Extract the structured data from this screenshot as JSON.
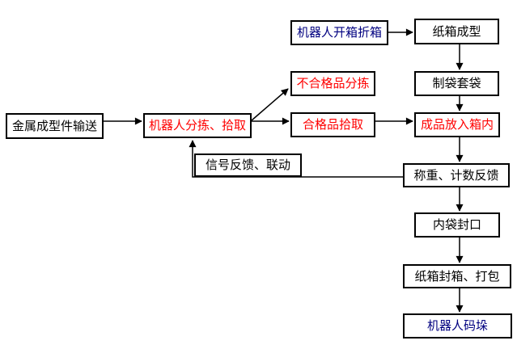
{
  "diagram": {
    "background": "#ffffff",
    "colors": {
      "box_border": "#000000",
      "box_fill": "#ffffff",
      "text_default": "#000000",
      "text_highlight_red": "#ff0000",
      "text_accent_navy": "#000080",
      "connector": "#000000"
    },
    "nodes": [
      {
        "id": "metal-part-conveying",
        "label": "金属成型件输送",
        "color": "#000000"
      },
      {
        "id": "robot-sort-pick",
        "label": "机器人分拣、拾取",
        "color": "#ff0000"
      },
      {
        "id": "reject-product-sorting",
        "label": "不合格品分拣",
        "color": "#ff0000"
      },
      {
        "id": "qualified-product-picking",
        "label": "合格品拾取",
        "color": "#ff0000"
      },
      {
        "id": "robot-open-fold-box",
        "label": "机器人开箱折箱",
        "color": "#000080"
      },
      {
        "id": "carton-forming",
        "label": "纸箱成型",
        "color": "#000000"
      },
      {
        "id": "bag-making-bagging",
        "label": "制袋套袋",
        "color": "#000000"
      },
      {
        "id": "product-into-box",
        "label": "成品放入箱内",
        "color": "#ff0000"
      },
      {
        "id": "signal-feedback-linkage",
        "label": "信号反馈、联动",
        "color": "#000000"
      },
      {
        "id": "weighing-counting-feedback",
        "label": "称重、计数反馈",
        "color": "#000000"
      },
      {
        "id": "inner-bag-sealing",
        "label": "内袋封口",
        "color": "#000000"
      },
      {
        "id": "carton-sealing-packing",
        "label": "纸箱封箱、打包",
        "color": "#000000"
      },
      {
        "id": "robot-palletizing",
        "label": "机器人码垛",
        "color": "#000080"
      }
    ],
    "connections": [
      {
        "from": "金属成型件输送",
        "to": "机器人分拣、拾取"
      },
      {
        "from": "机器人分拣、拾取",
        "to": "不合格品分拣"
      },
      {
        "from": "机器人分拣、拾取",
        "to": "合格品拾取"
      },
      {
        "from": "合格品拾取",
        "to": "成品放入箱内"
      },
      {
        "from": "机器人开箱折箱",
        "to": "纸箱成型"
      },
      {
        "from": "纸箱成型",
        "to": "制袋套袋"
      },
      {
        "from": "制袋套袋",
        "to": "成品放入箱内"
      },
      {
        "from": "成品放入箱内",
        "to": "称重、计数反馈"
      },
      {
        "from": "称重、计数反馈",
        "to": "机器人分拣、拾取",
        "via": "信号反馈、联动"
      },
      {
        "from": "称重、计数反馈",
        "to": "内袋封口"
      },
      {
        "from": "内袋封口",
        "to": "纸箱封箱、打包"
      },
      {
        "from": "纸箱封箱、打包",
        "to": "机器人码垛"
      }
    ]
  }
}
